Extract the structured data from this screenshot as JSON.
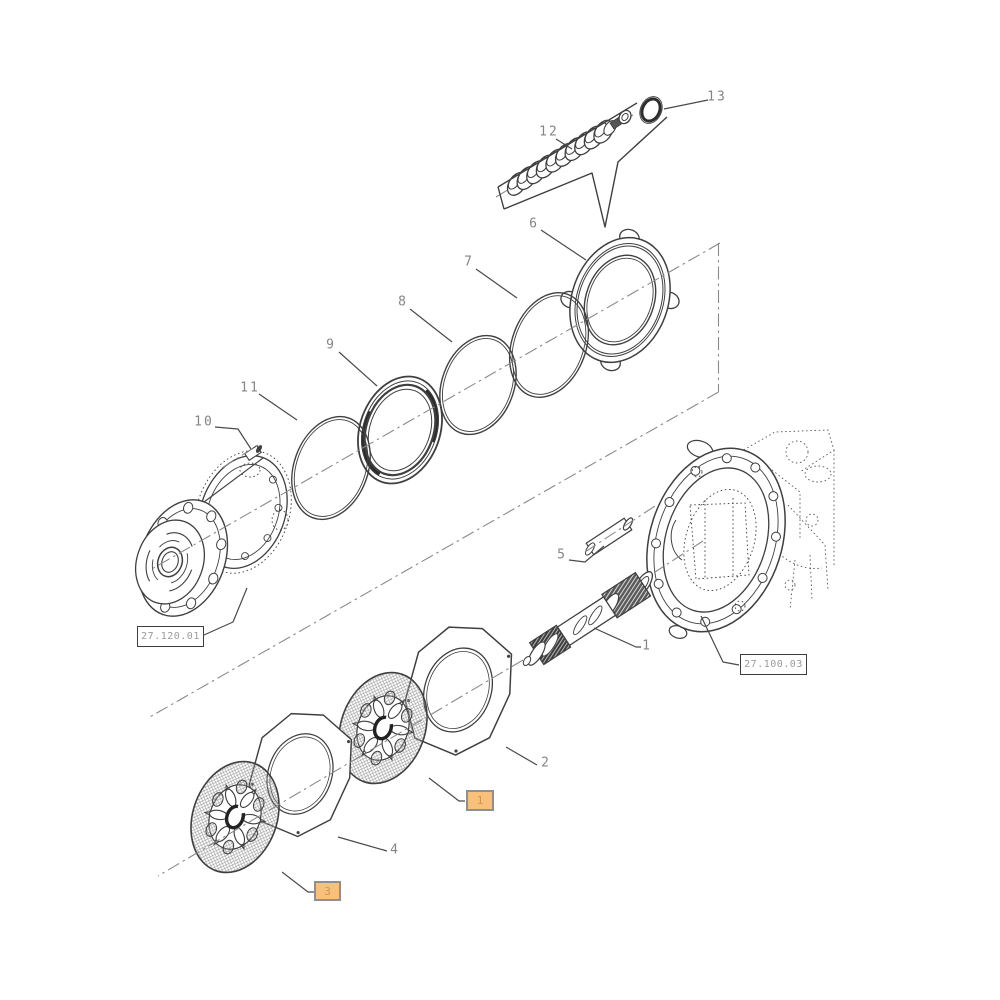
{
  "diagram": {
    "type": "exploded-parts-diagram",
    "callouts": [
      {
        "label": "12"
      },
      {
        "label": "13"
      },
      {
        "label": "6"
      },
      {
        "label": "7"
      },
      {
        "label": "8"
      },
      {
        "label": "9"
      },
      {
        "label": "11"
      },
      {
        "label": "10"
      },
      {
        "label": "5"
      },
      {
        "label": "1"
      },
      {
        "label": "2"
      },
      {
        "label": "4"
      }
    ],
    "highlighted_callouts": [
      {
        "label": "1"
      },
      {
        "label": "3"
      }
    ],
    "reference_links": [
      {
        "label": "27.120.01"
      },
      {
        "label": "27.100.03"
      }
    ],
    "colors": {
      "background": "#ffffff",
      "line": "#3f3f3f",
      "centerline": "#8a8a8a",
      "callout_text": "#858585",
      "reference_text": "#9b9b9b",
      "reference_border": "#3d3d3d",
      "highlight_fill": "#f9c07c",
      "highlight_border": "#8f8f8f",
      "highlight_text": "#d0944e",
      "hatch": "#9a9a9a"
    }
  }
}
